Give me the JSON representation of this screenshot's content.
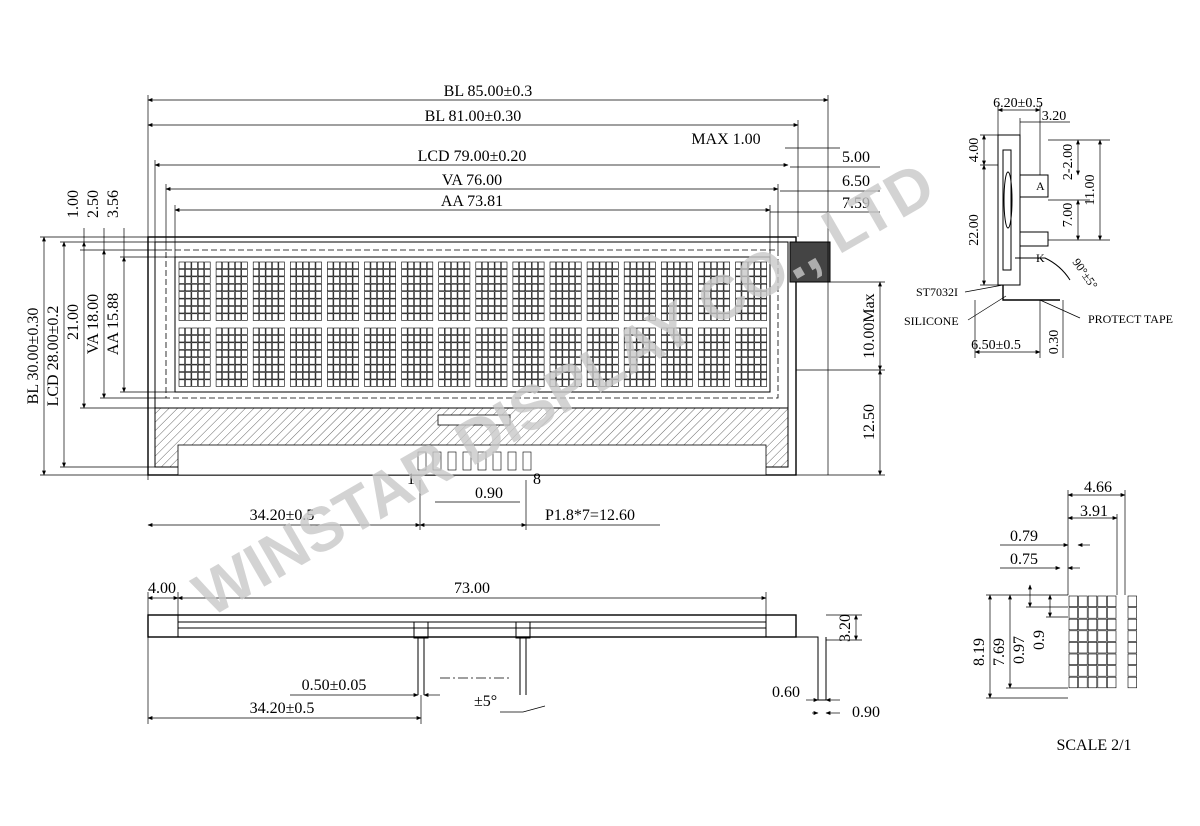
{
  "front": {
    "bl_width": "BL 85.00±0.3",
    "bl_width2": "BL 81.00±0.30",
    "max": "MAX 1.00",
    "lcd_width": "LCD 79.00±0.20",
    "va_width": "VA  76.00",
    "aa_width": "AA 73.81",
    "right_5": "5.00",
    "right_6": "6.50",
    "right_7": "7.59",
    "top_1": "1.00",
    "top_2": "2.50",
    "top_3": "3.56",
    "bl_height": "BL 30.00±0.30",
    "lcd_height": "LCD 28.00±0.2",
    "h21": "21.00",
    "va_height": "VA 18.00",
    "aa_height": "AA 15.88",
    "max_h": "10.00Max",
    "h12": "12.50",
    "pin_1": "1",
    "pin_8": "8",
    "pitch_090": "0.90",
    "offset": "34.20±0.5",
    "pitch": "P1.8*7=12.60"
  },
  "side": {
    "w620": "6.20±0.5",
    "w320": "3.20",
    "h400": "4.00",
    "h200": "2-2.00",
    "h1100": "11.00",
    "h2200": "22.00",
    "h700": "7.00",
    "pin_a": "A",
    "pin_k": "K",
    "angle": "90°±5°",
    "ic": "ST7032I",
    "silicone": "SILICONE",
    "tape": "PROTECT TAPE",
    "w650": "6.50±0.5",
    "h030": "0.30"
  },
  "bottom": {
    "w400": "4.00",
    "w7300": "73.00",
    "h320": "3.20",
    "pin_w": "0.50±0.05",
    "angle": "±5°",
    "offset": "34.20±0.5",
    "w060": "0.60",
    "w090": "0.90"
  },
  "char": {
    "w466": "4.66",
    "w391": "3.91",
    "w079": "0.79",
    "w075": "0.75",
    "h819": "8.19",
    "h769": "7.69",
    "h097": "0.97",
    "h09": "0.9",
    "scale": "SCALE 2/1"
  },
  "watermark": "WINSTAR DISPLAY CO., LTD"
}
